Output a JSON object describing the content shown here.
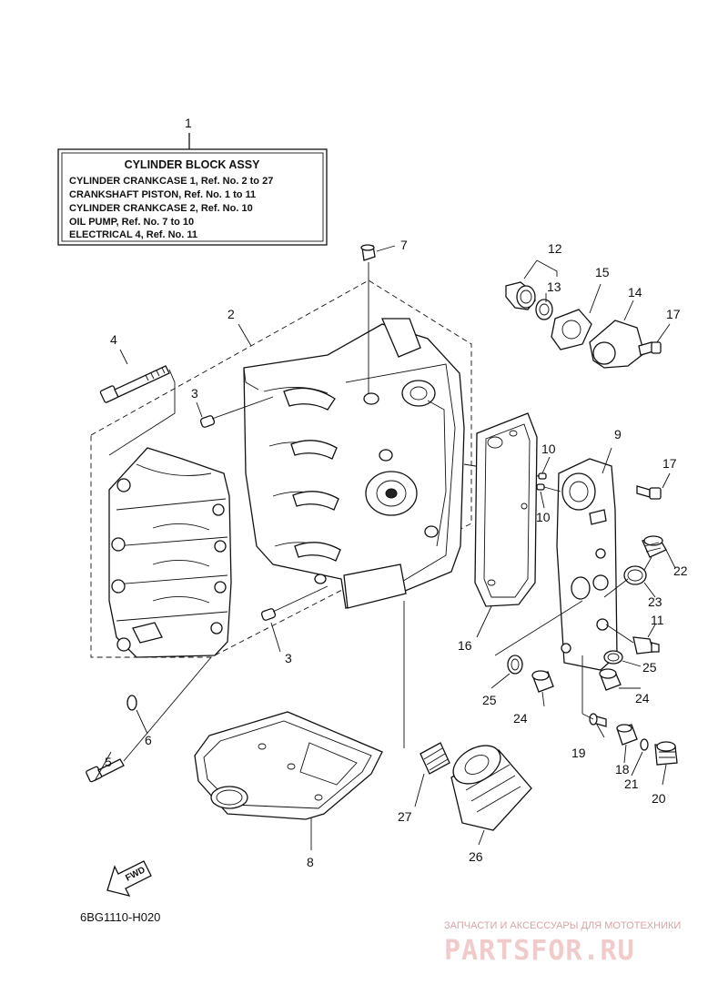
{
  "diagram": {
    "label_box": {
      "title": "CYLINDER BLOCK ASSY",
      "lines": [
        "CYLINDER CRANKCASE 1,  Ref. No. 2 to 27",
        "CRANKSHAFT PISTON,  Ref. No. 1 to 11",
        "CYLINDER CRANKCASE 2,  Ref. No. 10",
        "OIL PUMP,  Ref. No. 7 to 10",
        "ELECTRICAL 4,  Ref. No. 11"
      ]
    },
    "callouts": {
      "c1": "1",
      "c2": "2",
      "c3a": "3",
      "c3b": "3",
      "c4": "4",
      "c5": "5",
      "c6": "6",
      "c7": "7",
      "c8": "8",
      "c9": "9",
      "c10a": "10",
      "c10b": "10",
      "c11": "11",
      "c12": "12",
      "c13": "13",
      "c14": "14",
      "c15": "15",
      "c16": "16",
      "c17a": "17",
      "c17b": "17",
      "c18": "18",
      "c19": "19",
      "c20": "20",
      "c21": "21",
      "c22": "22",
      "c23": "23",
      "c24a": "24",
      "c24b": "24",
      "c25a": "25",
      "c25b": "25",
      "c26": "26",
      "c27": "27"
    },
    "fwd_label": "FWD",
    "diagram_code": "6BG1110-H020"
  },
  "watermark": {
    "tagline": "ЗАПЧАСТИ И АКСЕССУАРЫ ДЛЯ МОТОТЕХНИКИ",
    "site": "PARTSFOR.RU",
    "color": "#e8a0a0"
  }
}
